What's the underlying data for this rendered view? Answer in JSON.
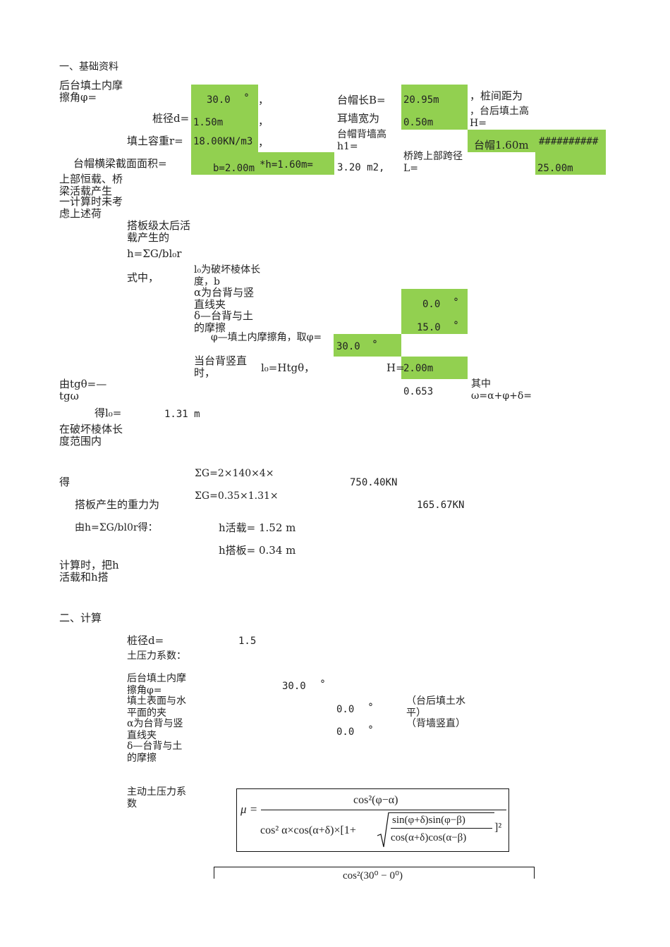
{
  "section1": {
    "heading": "一、基础资料",
    "phi_label": "后台填土内摩擦角φ=",
    "phi_value": "30.0",
    "degree": "°",
    "comma": "，",
    "cap_length_label": "台帽长B=",
    "cap_length_value": "20.95m",
    "pile_spacing_label": "，桩间距为",
    "pile_d_label": "桩径d=",
    "pile_d_value": "1.50m",
    "ear_wall_label": "耳墙宽为",
    "ear_wall_value": "0.50m",
    "fill_height_label": "，台后填土高H=",
    "soil_weight_label": "填土容重r=",
    "soil_weight_value": "18.00KN/m3",
    "back_wall_label": "台帽背墙高h1=",
    "cap_label": "台帽1.60m",
    "overflow": "##########",
    "beam_area_label": "台帽横梁截面面积=",
    "beam_b": "b=2.00m",
    "beam_h": "*h=1.60m=",
    "beam_area": "3.20 m2,",
    "span_label": "桥跨上部跨径L=",
    "span_value": "25.00m",
    "dead_load_text": "上部恒载、桥梁活载产生",
    "calc_note_text": "一计算时未考虑上述荷",
    "slab_text": "搭板级太后活载产生的",
    "h_formula": "h=ΣG/bl₀r",
    "in_formula": "式中，",
    "l0_desc": "l₀为破坏棱体长度，b",
    "alpha_desc": "α为台背与竖直线夹",
    "alpha_value": "0.0",
    "delta_desc": "δ—台背与土的摩擦",
    "delta_value": "15.0",
    "phi_desc": "φ—填土内摩擦角，取φ=",
    "phi_desc_value": "30.0",
    "vertical_desc": "当台背竖直时，",
    "l0_eq": "l₀=Htgθ，",
    "H_label": "H=",
    "H_value": "2.00m",
    "tg_label": "由tgθ=—tgω",
    "tg_value": "0.653",
    "omega_desc": "其中ω=α+φ+δ=",
    "l0_result_label": "得l₀=",
    "l0_result_value": "1.31 m",
    "within_text": "在破坏棱体长度范围内",
    "de_label": "得",
    "sumG1": "ΣG=2×140×4×",
    "sumG1_value": "750.40KN",
    "slab_weight_label": "搭板产生的重力为",
    "sumG2": "ΣG=0.35×1.31×",
    "sumG2_value": "165.67KN",
    "from_h": "由h=ΣG/bl0r得：",
    "h_live": "h活载= 1.52 m",
    "h_slab": "h搭板= 0.34 m",
    "calc_convert": "计算时，把h活载和h搭"
  },
  "section2": {
    "heading": "二、计算",
    "pile_d_label": "桩径d=",
    "pile_d_value": "1.5",
    "k_label": "土压力系数：",
    "phi_label": "后台填土内摩擦角φ=",
    "phi_value": "30.0",
    "degree": "°",
    "beta_label": "填土表面与水平面的夹",
    "beta_value": "0.0",
    "beta_note": "（台后填土水平）",
    "alpha_label": "α为台背与竖直线夹",
    "alpha_value": "0.0",
    "alpha_note": "（背墙竖直）",
    "delta_label": "δ—台背与土的摩擦",
    "active_label": "主动土压力系数",
    "mu": "μ =",
    "num": "cos²(φ−α)",
    "den_left": "cos² α×cos(α+δ)×[1+",
    "sqrt_num": "sin(φ+δ)sin(φ−β)",
    "sqrt_den": "cos(α+δ)cos(α−β)",
    "den_right": "]²",
    "num2": "cos²(30⁰ − 0⁰)"
  }
}
